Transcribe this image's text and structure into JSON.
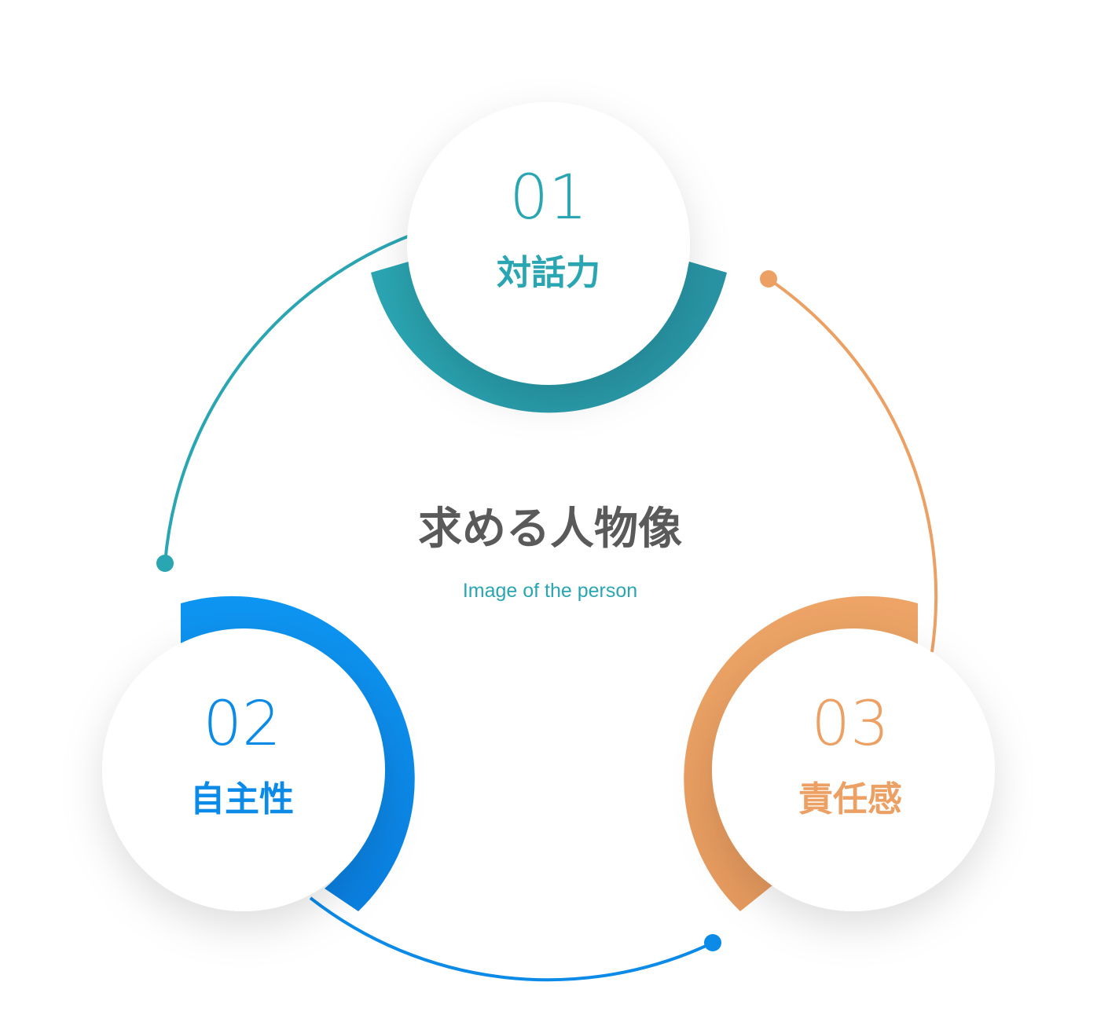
{
  "center": {
    "title": "求める人物像",
    "subtitle": "Image of the person",
    "title_color": "#5a5a5a",
    "subtitle_color": "#2aa5b2"
  },
  "items": [
    {
      "number": "01",
      "label": "対話力",
      "color": "#2aa5b2"
    },
    {
      "number": "02",
      "label": "自主性",
      "color": "#0b8ae8"
    },
    {
      "number": "03",
      "label": "責任感",
      "color": "#eca064"
    }
  ]
}
